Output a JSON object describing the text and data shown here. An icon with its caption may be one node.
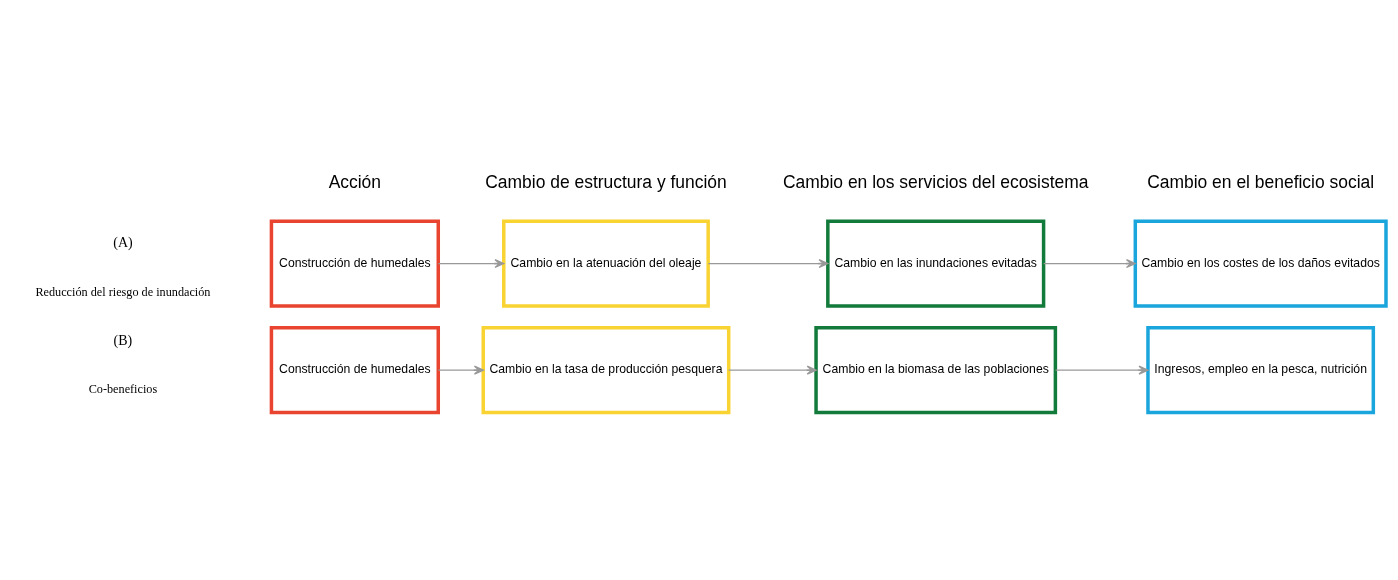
{
  "diagram": {
    "nodes": [
      {
        "text": [
          "Construcción de humedales"
        ]
      },
      {
        "text": [
          "Cambio en la atenuación del oleaje"
        ]
      },
      {
        "text": [
          "Cambio en las inundaciones evitadas"
        ]
      },
      {
        "text": [
          "Cambio en los costes de los daños evitados"
        ]
      },
      {
        "text": [
          "Construcción de humedales"
        ]
      },
      {
        "text": [
          "Cambio en la tasa de producción pesquera"
        ]
      },
      {
        "text": [
          "Cambio en la biomasa de las poblaciones"
        ]
      },
      {
        "text": [
          "Ingresos, empleo en la pesca, nutrición"
        ]
      }
    ],
    "edges": [
      {
        "from": 0,
        "to": 1,
        "arrow": "to"
      },
      {
        "from": 1,
        "to": 2,
        "arrow": "to"
      },
      {
        "from": 2,
        "to": 3,
        "arrow": "to"
      },
      {
        "from": 4,
        "to": 5,
        "arrow": "to"
      },
      {
        "from": 5,
        "to": 6,
        "arrow": "to"
      },
      {
        "from": 6,
        "to": 7,
        "arrow": "to"
      }
    ],
    "labels": [
      "Acción",
      "Cambio de estructura y función",
      "Cambio en los servicios del ecosistema",
      "Cambio en el beneficio social",
      "(A)",
      "Reducción del riesgo de inundación",
      "(B)",
      "Co-beneficios"
    ]
  }
}
